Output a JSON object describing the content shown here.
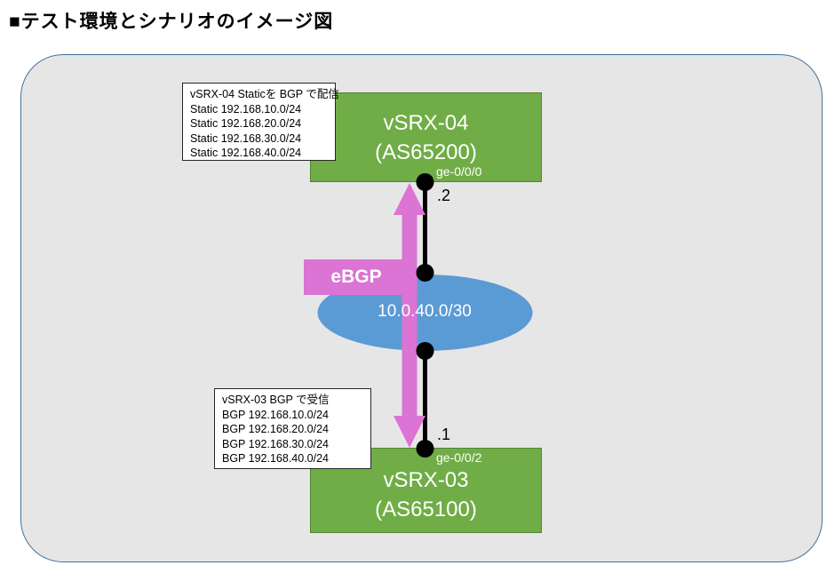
{
  "title": "■テスト環境とシナリオのイメージ図",
  "colors": {
    "node_green": "#70AD47",
    "node_green_border": "#548235",
    "subnet_blue": "#5B9BD5",
    "flow_pink": "#DB74D4",
    "panel_bg": "#E7E6E6",
    "panel_border": "#41719C",
    "connector_black": "#000000"
  },
  "nodes": {
    "vsrx04": {
      "name": "vSRX-04",
      "asn": "(AS65200)",
      "interface": "ge-0/0/0",
      "ip_suffix": ".2"
    },
    "vsrx03": {
      "name": "vSRX-03",
      "asn": "(AS65100)",
      "interface": "ge-0/0/2",
      "ip_suffix": ".1"
    }
  },
  "link": {
    "protocol_label": "eBGP",
    "subnet": "10.0.40.0/30"
  },
  "notes": {
    "top": {
      "title": "vSRX-04 Staticを BGP で配信",
      "lines": [
        "Static 192.168.10.0/24",
        "Static 192.168.20.0/24",
        "Static 192.168.30.0/24",
        "Static 192.168.40.0/24"
      ]
    },
    "bottom": {
      "title": "vSRX-03 BGP で受信",
      "lines": [
        "BGP 192.168.10.0/24",
        "BGP 192.168.20.0/24",
        "BGP 192.168.30.0/24",
        "BGP 192.168.40.0/24"
      ]
    }
  }
}
